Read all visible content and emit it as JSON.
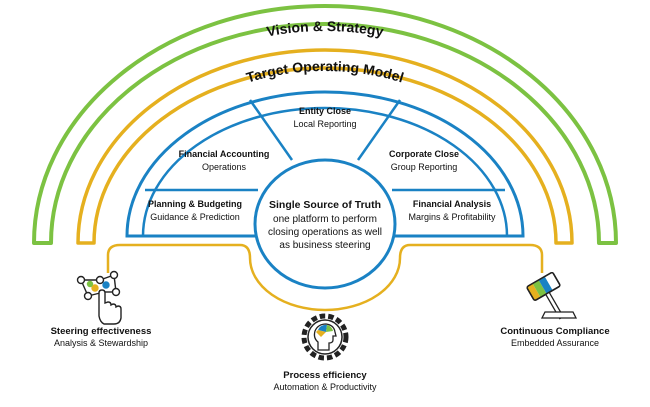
{
  "outer_arc": {
    "label": "Vision & Strategy"
  },
  "middle_arc": {
    "label": "Target Operating Model"
  },
  "segments": [
    {
      "title": "Planning & Budgeting",
      "subtitle": "Guidance & Prediction"
    },
    {
      "title": "Financial Accounting",
      "subtitle": "Operations"
    },
    {
      "title": "Entity Close",
      "subtitle": "Local Reporting"
    },
    {
      "title": "Corporate Close",
      "subtitle": "Group Reporting"
    },
    {
      "title": "Financial Analysis",
      "subtitle": "Margins & Profitability"
    }
  ],
  "core": {
    "title": "Single Source of Truth",
    "lines": [
      "one platform to perform",
      "closing operations as well",
      "as business steering"
    ]
  },
  "outcomes": {
    "steering": {
      "title": "Steering effectiveness",
      "subtitle": "Analysis & Stewardship",
      "icon": "network-hand-icon"
    },
    "process": {
      "title": "Process efficiency",
      "subtitle": "Automation & Productivity",
      "icon": "gear-head-icon"
    },
    "compliance": {
      "title": "Continuous Compliance",
      "subtitle": "Embedded Assurance",
      "icon": "gavel-icon"
    }
  },
  "colors": {
    "green": "#7cc242",
    "gold": "#e5b01f",
    "blue": "#1a82c4",
    "dark": "#222222"
  }
}
